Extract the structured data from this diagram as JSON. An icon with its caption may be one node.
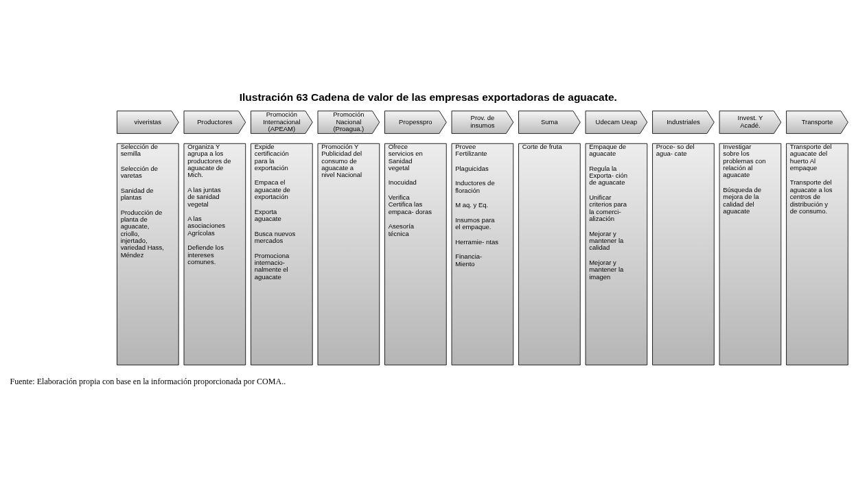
{
  "diagram": {
    "title": "Ilustración 63 Cadena de valor de las empresas exportadoras de aguacate.",
    "caption": "Fuente: Elaboración propia con base en la información proporcionada por COMA..",
    "nodes": [
      {
        "text": [
          "viveristas"
        ]
      },
      {
        "text": [
          "Productores"
        ]
      },
      {
        "text": [
          "Promoción Internacional (APEAM)"
        ]
      },
      {
        "text": [
          "Promoción Nacional (Proagua.)"
        ]
      },
      {
        "text": [
          "Propesspro"
        ]
      },
      {
        "text": [
          "Prov. de insumos"
        ]
      },
      {
        "text": [
          "Suma"
        ]
      },
      {
        "text": [
          "Udecam Ueap"
        ]
      },
      {
        "text": [
          "Industriales"
        ]
      },
      {
        "text": [
          "Invest. Y Acadé."
        ]
      },
      {
        "text": [
          "Transporte"
        ]
      },
      {
        "text": [
          "Selección de semilla",
          "Selección de varetas",
          "Sanidad de plantas",
          "Producción de planta de aguacate, criollo, injertado, variedad Hass, Méndez"
        ]
      },
      {
        "text": [
          "Organiza Y agrupa a los productores de aguacate de Mich.",
          "A las juntas de sanidad vegetal",
          "A las asociaciones Agrícolas",
          "Defiende los intereses comunes."
        ]
      },
      {
        "text": [
          "Expide certificación para la exportación",
          "Empaca el aguacate de exportación",
          "Exporta aguacate",
          "Busca nuevos mercados",
          "Promociona internacio- nalmente el aguacate"
        ]
      },
      {
        "text": [
          "Promoción Y Publicidad del consumo de aguacate a nivel Nacional"
        ]
      },
      {
        "text": [
          "Ofrece servicios en Sanidad vegetal",
          "Inocuidad",
          "Verifica Certifica las empaca- doras",
          "Asesoría técnica"
        ]
      },
      {
        "text": [
          "Provee Fertilizante",
          "Plaguicidas",
          "Inductores de floración",
          "M aq. y Eq.",
          "Insumos para el empaque.",
          "Herramie- ntas",
          "Financia- Miento"
        ]
      },
      {
        "text": [
          "Corte de fruta"
        ]
      },
      {
        "text": [
          "Empaque de aguacate",
          "Regula la Exporta- ción de aguacate",
          "Unificar criterios para la comerci- alización",
          "Mejorar y mantener la calidad",
          "Mejorar y mantener la imagen"
        ]
      },
      {
        "text": [
          "Proce- so del agua- cate"
        ]
      },
      {
        "text": [
          "Investigar sobre los problemas con relación al aguacate",
          "Búsqueda de mejora de la calidad del aguacate"
        ]
      },
      {
        "text": [
          "Transporte del aguacate del huerto Al empaque",
          "Transporte del aguacate a los centros de distribución y de consumo."
        ]
      }
    ],
    "edges": []
  }
}
